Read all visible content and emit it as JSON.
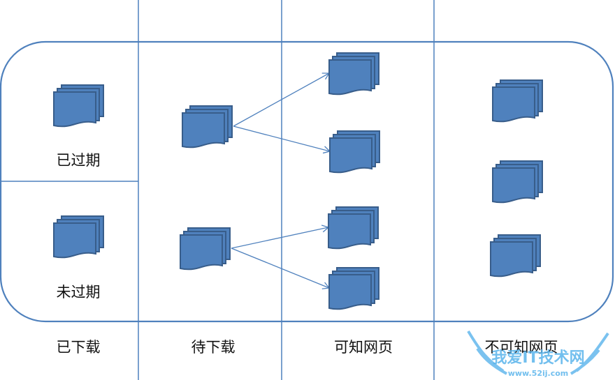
{
  "colors": {
    "line": "#4f81bd",
    "doc_fill": "#4f81bd",
    "doc_stroke": "#385d8a",
    "watermark": "#5ab4ec"
  },
  "columns": [
    {
      "id": "downloaded",
      "label": "已下载"
    },
    {
      "id": "pending",
      "label": "待下载"
    },
    {
      "id": "known",
      "label": "可知网页"
    },
    {
      "id": "unknown",
      "label": "不可知网页"
    }
  ],
  "sub_sections": [
    {
      "id": "expired",
      "label": "已过期"
    },
    {
      "id": "not_expired",
      "label": "未过期"
    }
  ],
  "nodes": [
    {
      "id": "d1",
      "column": "downloaded",
      "section": "expired",
      "icon": "document-stack-icon"
    },
    {
      "id": "d2",
      "column": "downloaded",
      "section": "not_expired",
      "icon": "document-stack-icon"
    },
    {
      "id": "p1",
      "column": "pending",
      "icon": "document-stack-icon"
    },
    {
      "id": "p2",
      "column": "pending",
      "icon": "document-stack-icon"
    },
    {
      "id": "k1",
      "column": "known",
      "icon": "document-stack-icon"
    },
    {
      "id": "k2",
      "column": "known",
      "icon": "document-stack-icon"
    },
    {
      "id": "k3",
      "column": "known",
      "icon": "document-stack-icon"
    },
    {
      "id": "k4",
      "column": "known",
      "icon": "document-stack-icon"
    },
    {
      "id": "u1",
      "column": "unknown",
      "icon": "document-stack-icon"
    },
    {
      "id": "u2",
      "column": "unknown",
      "icon": "document-stack-icon"
    },
    {
      "id": "u3",
      "column": "unknown",
      "icon": "document-stack-icon"
    }
  ],
  "edges": [
    {
      "from": "p1",
      "to": "k1"
    },
    {
      "from": "p1",
      "to": "k2"
    },
    {
      "from": "p2",
      "to": "k3"
    },
    {
      "from": "p2",
      "to": "k4"
    }
  ],
  "watermark": {
    "text": "我爱IT技术网",
    "url_text": "www.52ij.com"
  }
}
